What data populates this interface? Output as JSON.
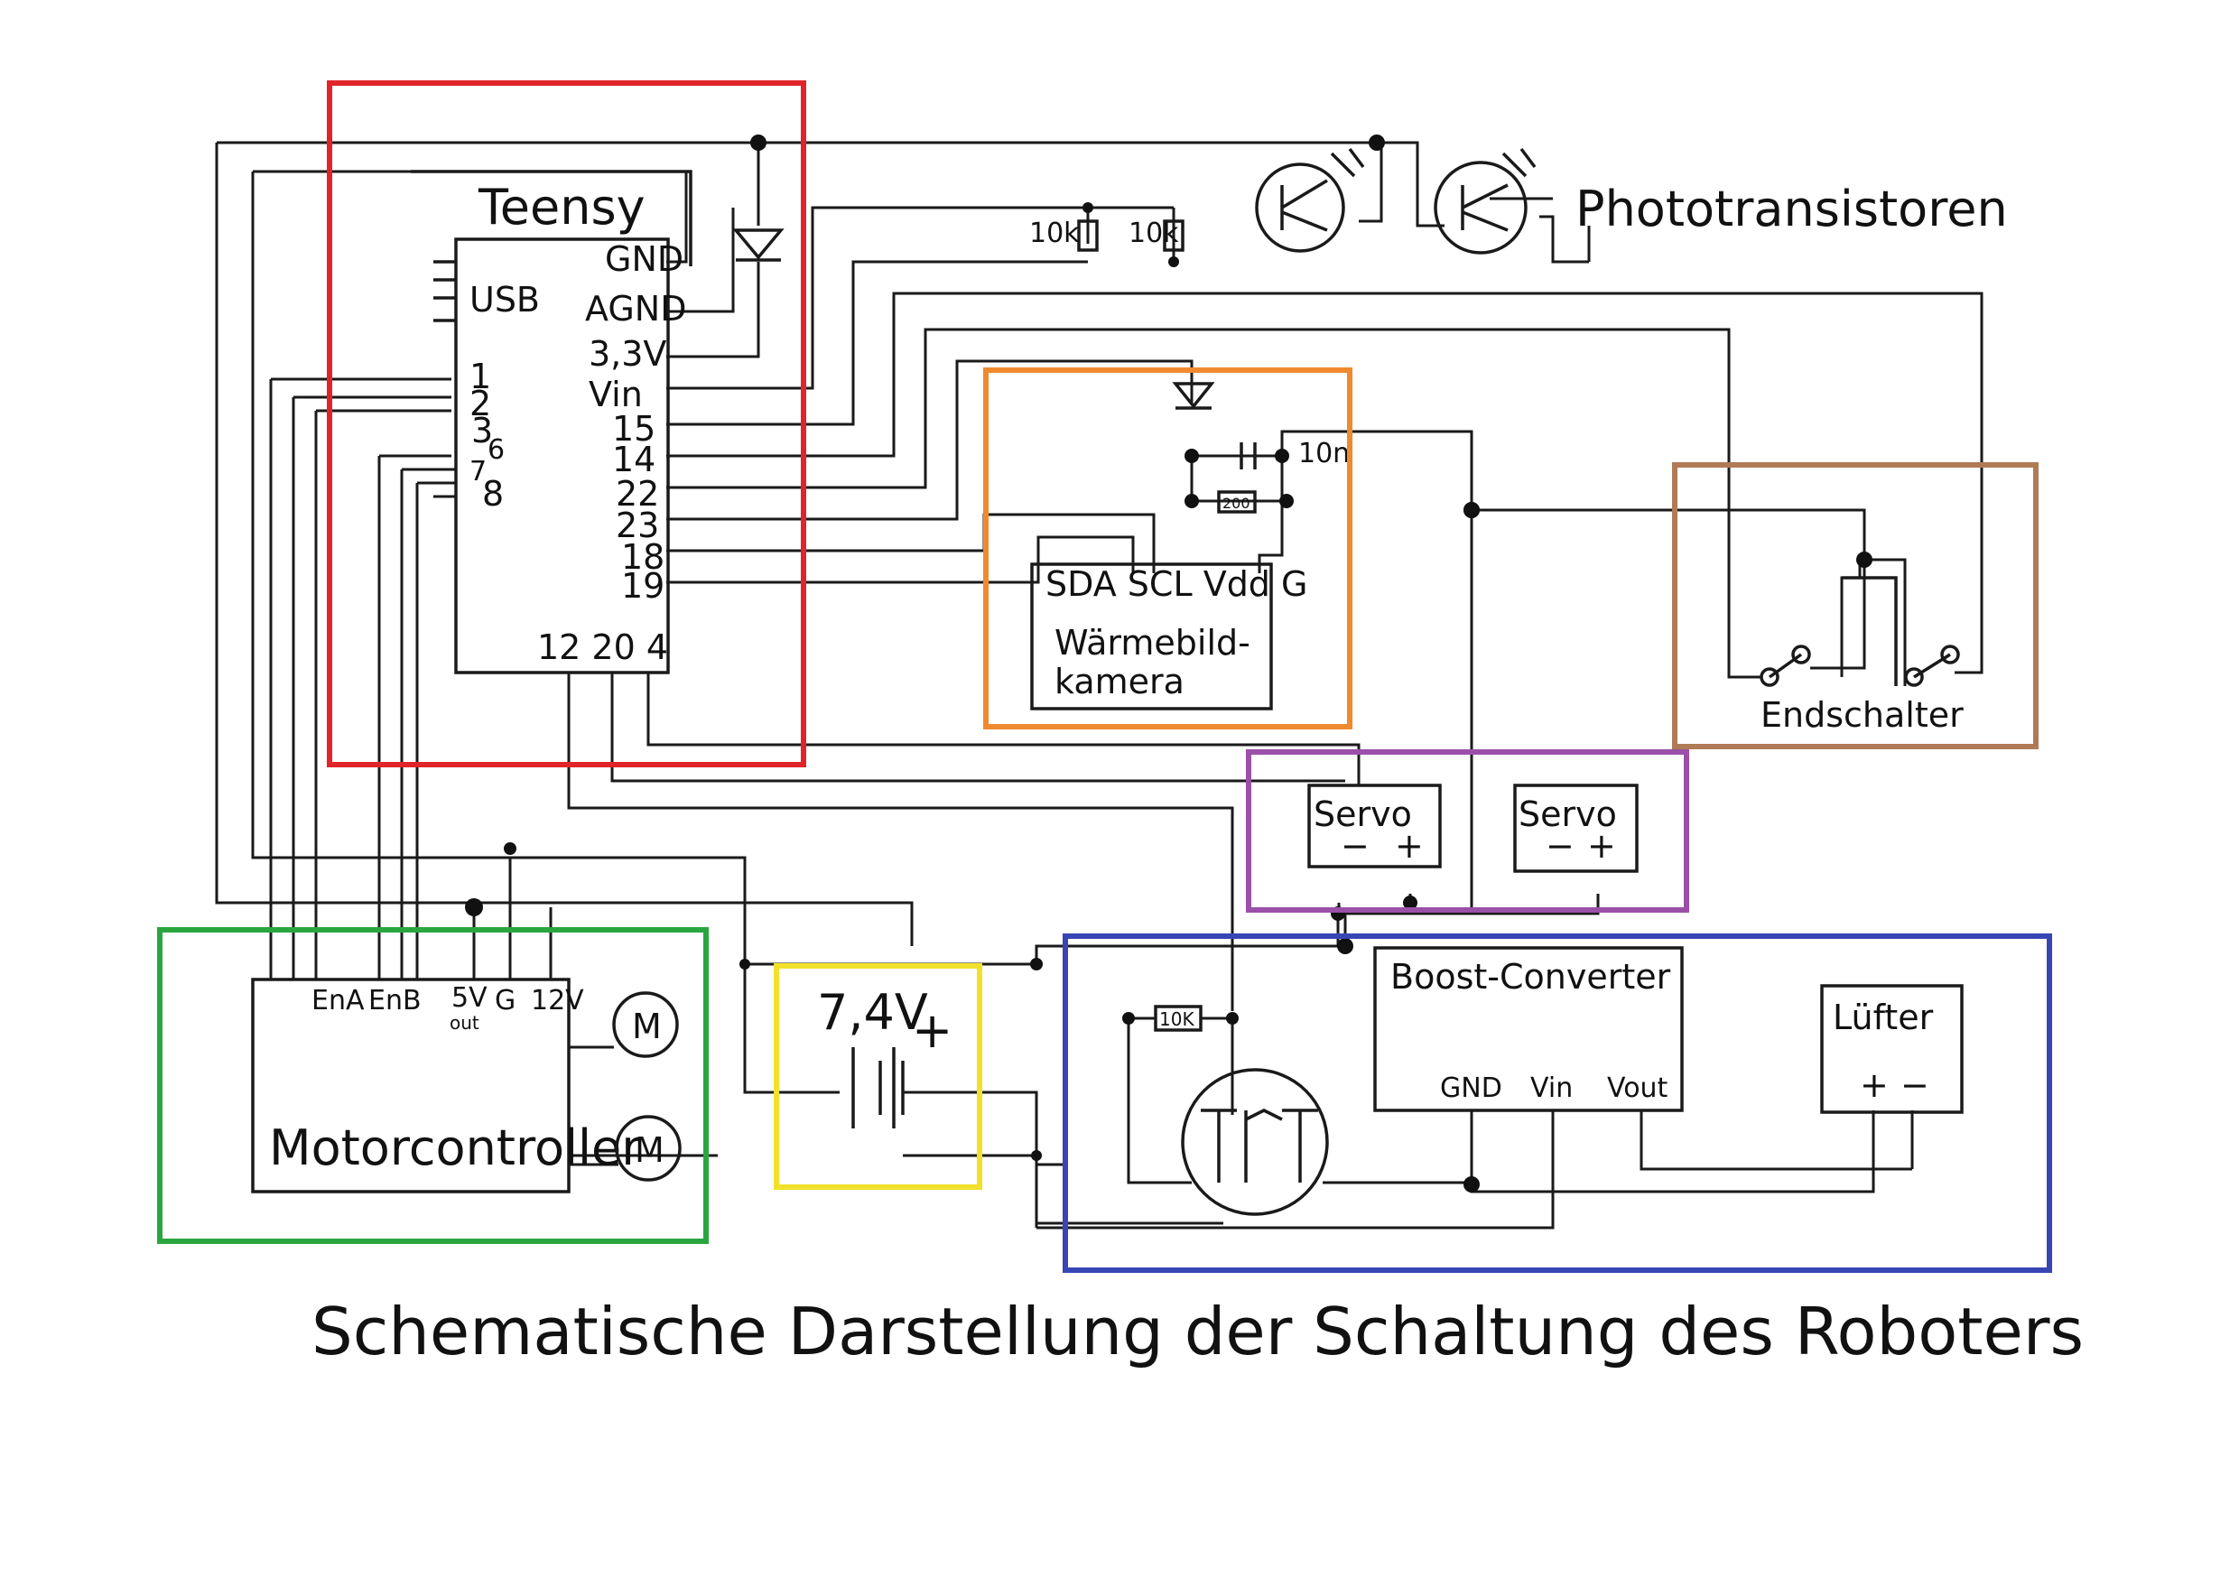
{
  "caption": "Schematische Darstellung der Schaltung des Roboters",
  "colors": {
    "teensy_box": "#e0242a",
    "camera_box": "#f08a2e",
    "endschalter_box": "#b07a55",
    "servo_box": "#9b4fa8",
    "power_box": "#3a45b5",
    "motor_box": "#2aa640",
    "battery_box": "#f2e12a"
  },
  "teensy": {
    "title": "Teensy",
    "usb": "USB",
    "right_pins": [
      "GND",
      "AGND",
      "3,3V",
      "Vin",
      "15",
      "14",
      "22",
      "23",
      "18",
      "19"
    ],
    "left_pins": [
      "1",
      "2",
      "3",
      "6",
      "7",
      "8"
    ],
    "bottom_pins": "12 20 4"
  },
  "phototransistors": {
    "label": "Phototransistoren",
    "resistor_1": "10k",
    "resistor_2": "10k"
  },
  "camera": {
    "pins": "SDA SCL Vdd G",
    "name_line1": "Wärmebild-",
    "name_line2": "kamera",
    "capacitor": "10n",
    "resistor": "200"
  },
  "endschalter": {
    "label": "Endschalter"
  },
  "servos": [
    {
      "label": "Servo",
      "minus": "−",
      "plus": "+"
    },
    {
      "label": "Servo",
      "minus": "−",
      "plus": "+"
    }
  ],
  "motorcontroller": {
    "name": "Motorcontroller",
    "pins": [
      "EnA",
      "EnB",
      "5V",
      "G",
      "12V"
    ],
    "pin_5v_sub": "out",
    "motor_symbol": "M"
  },
  "battery": {
    "voltage": "7,4V",
    "plus": "+"
  },
  "power": {
    "boost_name": "Boost-Converter",
    "boost_pins": [
      "GND",
      "Vin",
      "Vout"
    ],
    "resistor": "10K",
    "fan_name": "Lüfter",
    "fan_plus": "+",
    "fan_minus": "−"
  }
}
